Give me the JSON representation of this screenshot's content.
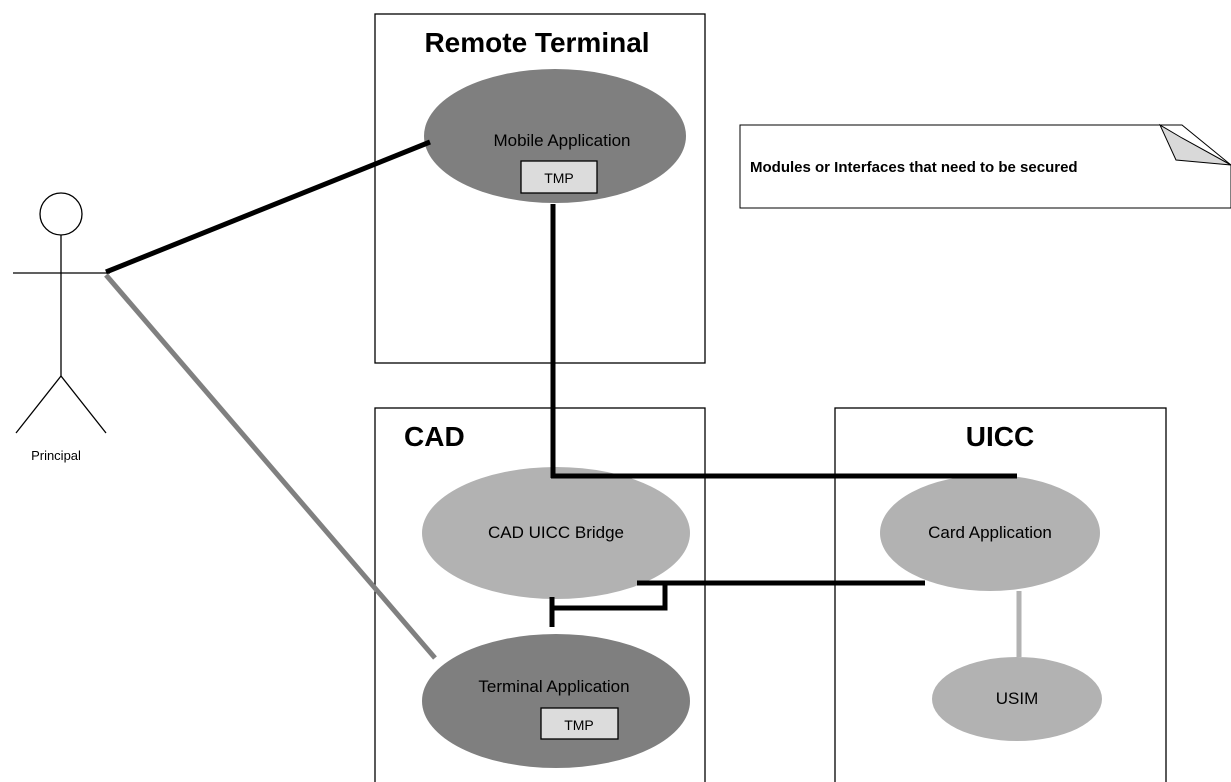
{
  "actor": {
    "label": "Principal"
  },
  "boxes": {
    "remote_terminal": {
      "title": "Remote Terminal"
    },
    "cad": {
      "title": "CAD"
    },
    "uicc": {
      "title": "UICC"
    }
  },
  "modules": {
    "mobile_application": {
      "label": "Mobile Application",
      "tag": "TMP"
    },
    "cad_uicc_bridge": {
      "label": "CAD UICC Bridge"
    },
    "terminal_application": {
      "label": "Terminal Application",
      "tag": "TMP"
    },
    "card_application": {
      "label": "Card Application"
    },
    "usim": {
      "label": "USIM"
    }
  },
  "note": {
    "text": "Modules or Interfaces that need to be secured"
  },
  "colors": {
    "dark_module": "#7f7f7f",
    "light_module": "#b2b2b2",
    "tag_fill": "#dcdcdc",
    "secured_link": "#000000",
    "gray_link": "#808080",
    "light_link": "#b2b2b2"
  }
}
